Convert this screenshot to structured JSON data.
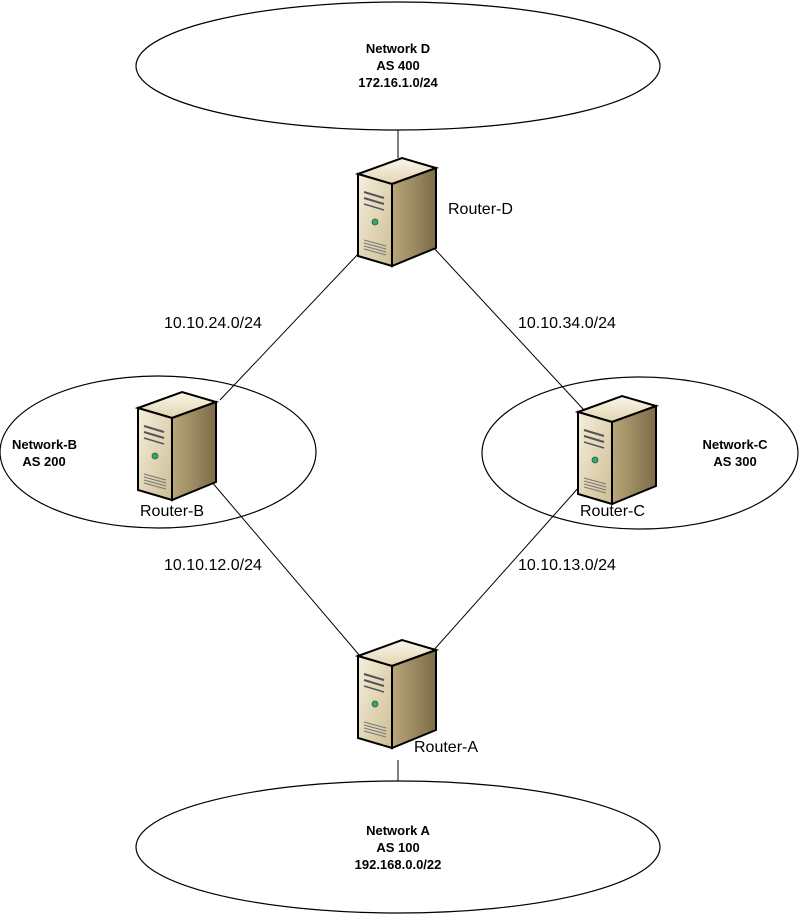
{
  "networks": {
    "d": {
      "name": "Network D",
      "as": "AS 400",
      "prefix": "172.16.1.0/24"
    },
    "b": {
      "name": "Network-B",
      "as": "AS 200"
    },
    "c": {
      "name": "Network-C",
      "as": "AS 300"
    },
    "a": {
      "name": "Network A",
      "as": "AS 100",
      "prefix": "192.168.0.0/22"
    }
  },
  "routers": {
    "d": "Router-D",
    "b": "Router-B",
    "c": "Router-C",
    "a": "Router-A"
  },
  "links": {
    "bd": "10.10.24.0/24",
    "cd": "10.10.34.0/24",
    "ab": "10.10.12.0/24",
    "ac": "10.10.13.0/24"
  },
  "colors": {
    "server_body": "#e6d9b8",
    "server_dark": "#8a7a55",
    "led": "#3aa36b",
    "line": "#000000"
  },
  "icons": {
    "router": "server-tower-icon"
  }
}
